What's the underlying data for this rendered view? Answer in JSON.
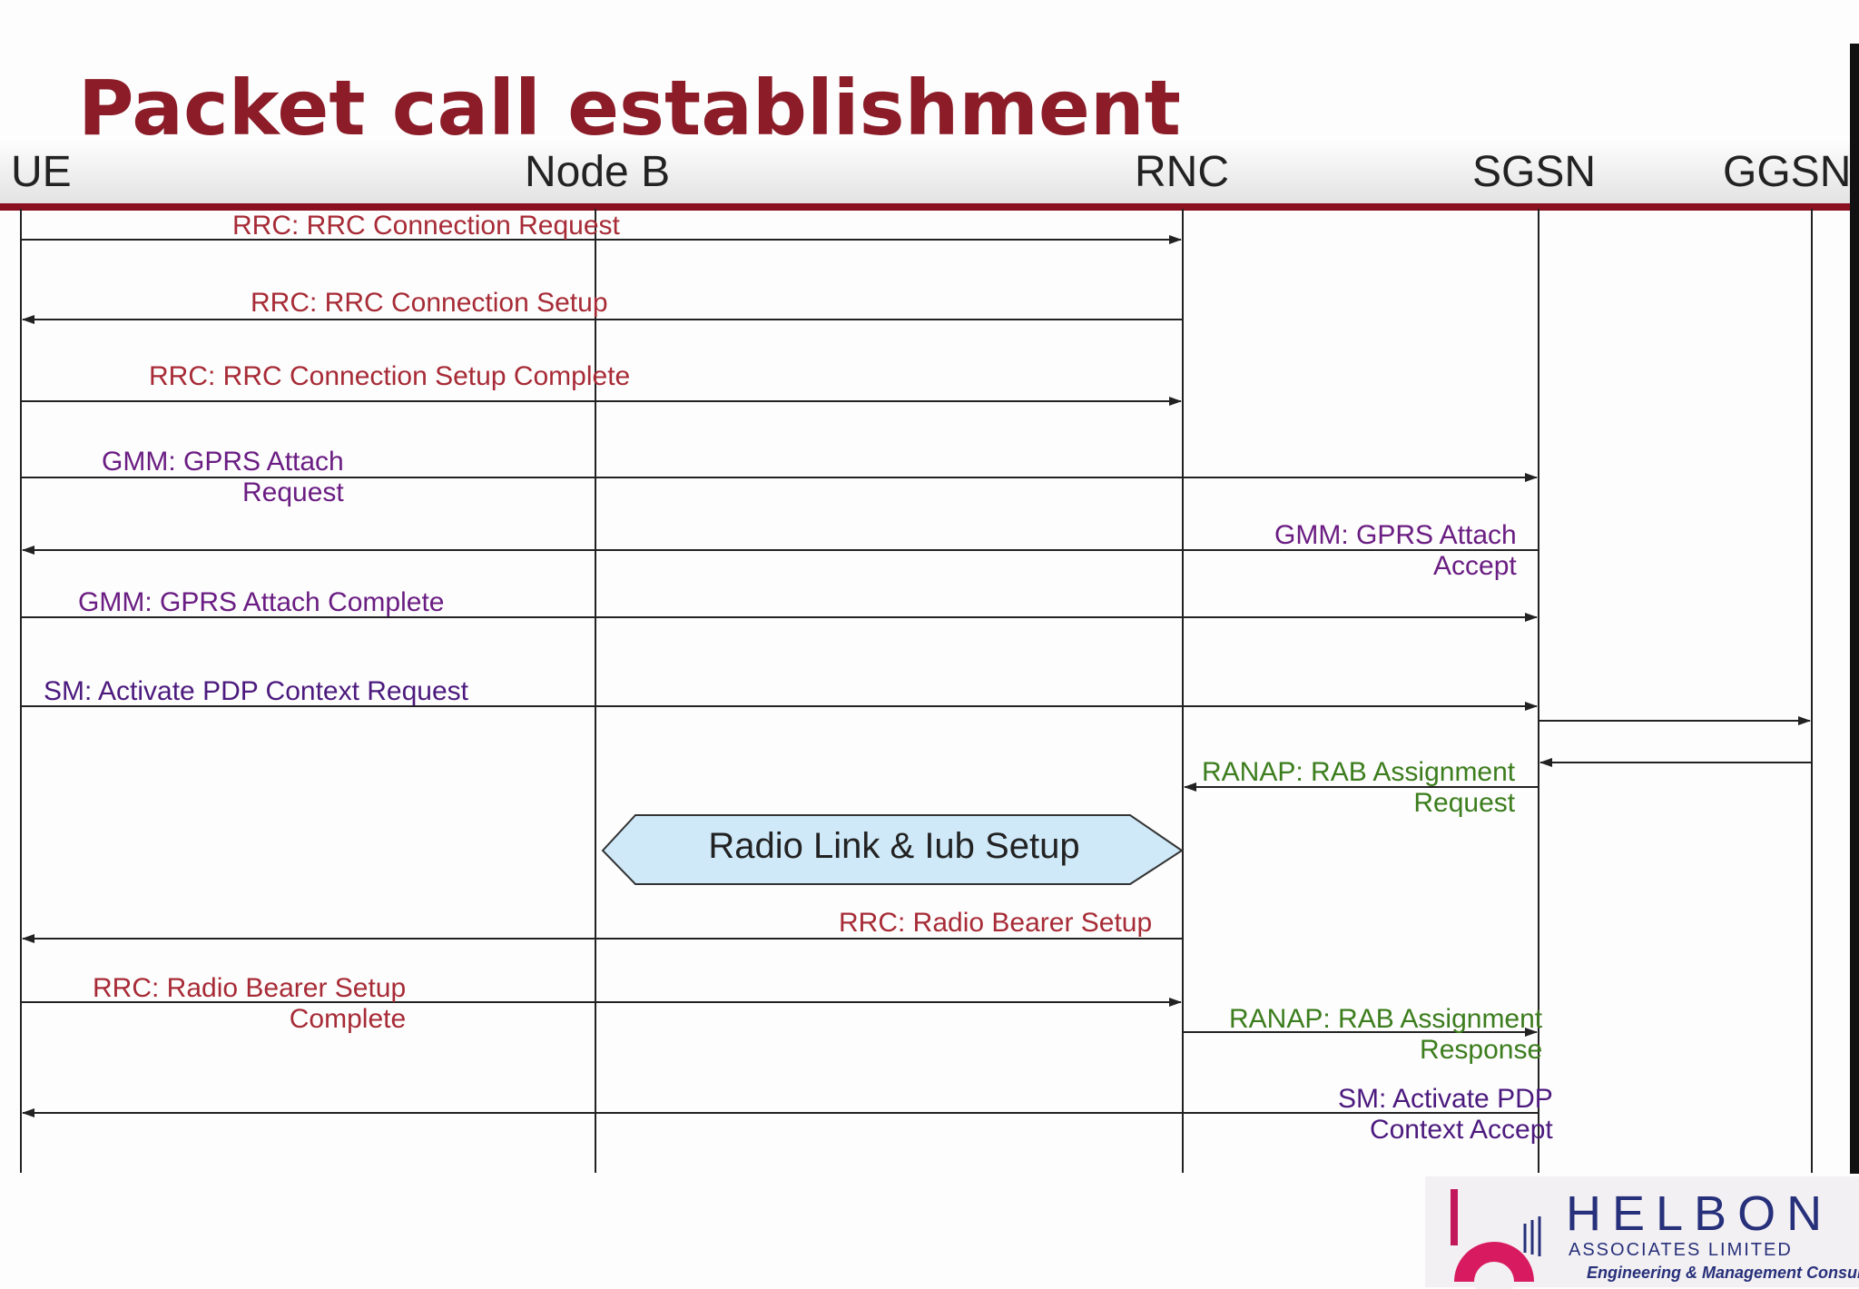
{
  "title": "Packet call establishment",
  "entities": [
    "UE",
    "Node B",
    "RNC",
    "SGSN",
    "GGSN"
  ],
  "messages": [
    {
      "label": "RRC: RRC Connection Request",
      "from": "UE",
      "to": "RNC"
    },
    {
      "label": "RRC: RRC Connection Setup",
      "from": "RNC",
      "to": "UE"
    },
    {
      "label": "RRC: RRC Connection Setup Complete",
      "from": "UE",
      "to": "RNC"
    },
    {
      "label": "GMM: GPRS Attach Request",
      "line1": "GMM: GPRS Attach",
      "line2": "Request",
      "from": "UE",
      "to": "SGSN"
    },
    {
      "label": "GMM: GPRS Attach Accept",
      "line1": "GMM: GPRS Attach",
      "line2": "Accept",
      "from": "SGSN",
      "to": "UE"
    },
    {
      "label": "GMM: GPRS Attach Complete",
      "from": "UE",
      "to": "SGSN"
    },
    {
      "label": "SM: Activate PDP Context Request",
      "from": "UE",
      "to": "SGSN"
    },
    {
      "label": "",
      "from": "SGSN",
      "to": "GGSN"
    },
    {
      "label": "",
      "from": "GGSN",
      "to": "SGSN"
    },
    {
      "label": "RANAP: RAB Assignment Request",
      "line1": "RANAP: RAB Assignment",
      "line2": "Request",
      "from": "SGSN",
      "to": "RNC"
    },
    {
      "label": "RRC: Radio Bearer Setup",
      "from": "RNC",
      "to": "UE"
    },
    {
      "label": "RRC: Radio Bearer Setup Complete",
      "line1": "RRC: Radio Bearer Setup",
      "line2": "Complete",
      "from": "UE",
      "to": "RNC"
    },
    {
      "label": "RANAP: RAB Assignment Response",
      "line1": "RANAP: RAB Assignment",
      "line2": "Response",
      "from": "RNC",
      "to": "SGSN"
    },
    {
      "label": "SM: Activate PDP Context Accept",
      "line1": "SM: Activate PDP",
      "line2": "Context Accept",
      "from": "SGSN",
      "to": "UE"
    }
  ],
  "procedure": {
    "label": "Radio Link & Iub Setup",
    "between": [
      "Node B",
      "RNC"
    ]
  },
  "colors": {
    "title": "#8b1c28",
    "rrc": "#a72b36",
    "gmm": "#6a1d82",
    "sm": "#4c1a7e",
    "ranap": "#3c7d1d",
    "procedure_fill": "#cfe9f9"
  },
  "logo": {
    "name": "HELBON",
    "subtitle": "ASSOCIATES LIMITED",
    "tagline": "Engineering & Management Consultants"
  }
}
